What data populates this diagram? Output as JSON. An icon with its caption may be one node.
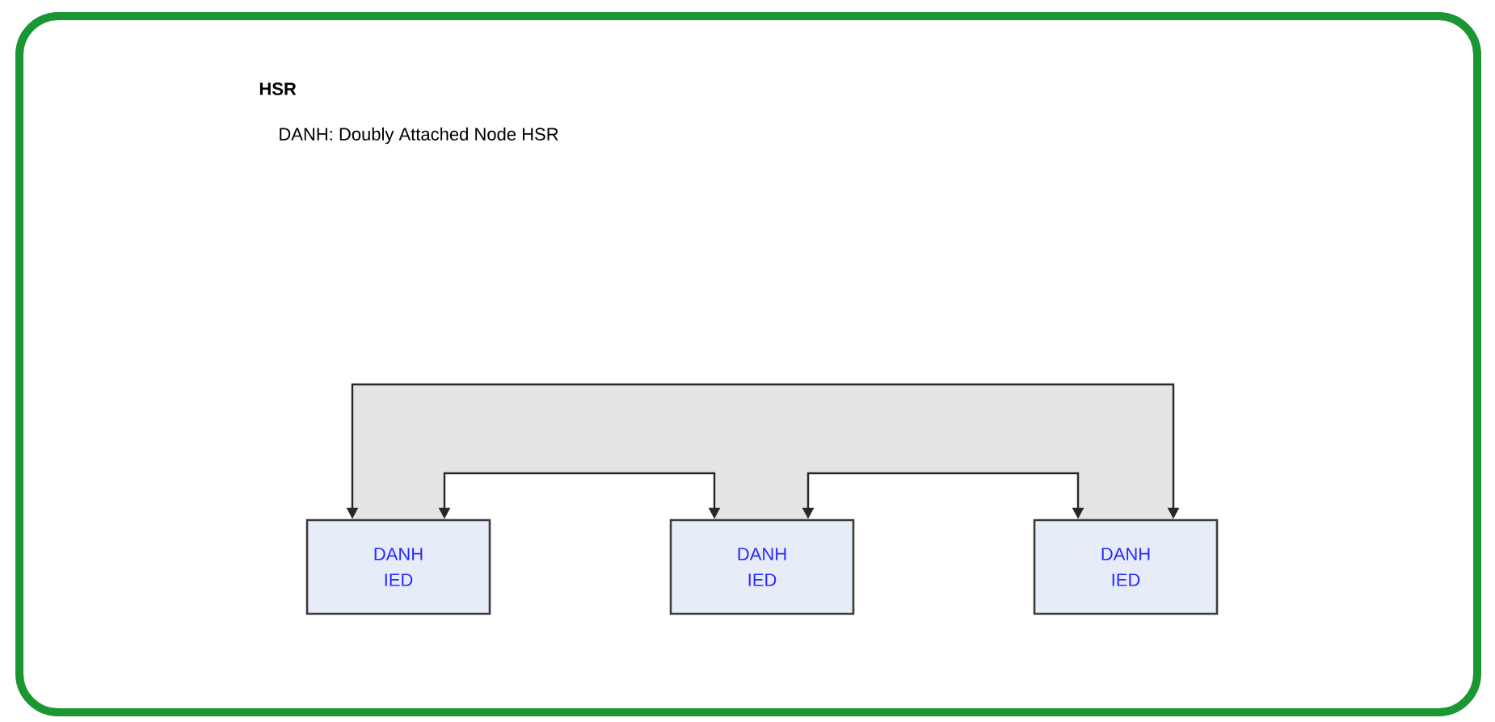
{
  "diagram": {
    "title": "HSR",
    "nodes": [
      {
        "text": [
          "DANH IED"
        ]
      },
      {
        "text": [
          "DANH IED"
        ]
      },
      {
        "text": [
          "DANH IED"
        ]
      }
    ],
    "edges": [
      {
        "from": 0,
        "to": 2,
        "arrow": "both"
      },
      {
        "from": 0,
        "to": 1,
        "arrow": "both"
      },
      {
        "from": 1,
        "to": 2,
        "arrow": "both"
      }
    ],
    "labels": [
      "DANH: Doubly Attached Node HSR"
    ]
  }
}
